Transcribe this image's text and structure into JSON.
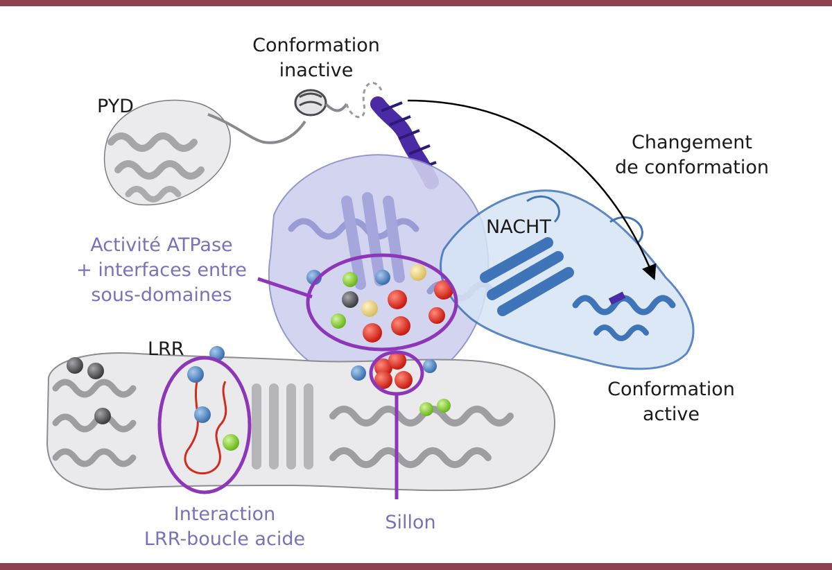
{
  "figure": {
    "labels": {
      "pyd": "PYD",
      "inactive_line1": "Conformation",
      "inactive_line2": "inactive",
      "change_line1": "Changement",
      "change_line2": "de conformation",
      "nacht": "NACHT",
      "atpase_line1": "Activité ATPase",
      "atpase_line2": "+ interfaces entre",
      "atpase_line3": "sous-domaines",
      "lrr": "LRR",
      "active_line1": "Conformation",
      "active_line2": "active",
      "interaction_line1": "Interaction",
      "interaction_line2": "LRR-boucle acide",
      "sillon": "Sillon"
    },
    "colors": {
      "frame": "#8c4050",
      "label_dark": "#1a1a1a",
      "label_purple": "#7a72b8",
      "highlight": "#8e36b8",
      "protein_gray": "#d6d6d8",
      "nacht_lavender": "#b7b8e4",
      "active_blue": "#3f74b8",
      "helix_indigo": "#4b2aa6",
      "sphere_red": "#e0251b",
      "sphere_blue": "#4a82c0",
      "sphere_green": "#86cf2a",
      "sphere_yellow": "#ecd684",
      "sphere_gray": "#555558",
      "loop_red": "#d42a1c"
    }
  }
}
